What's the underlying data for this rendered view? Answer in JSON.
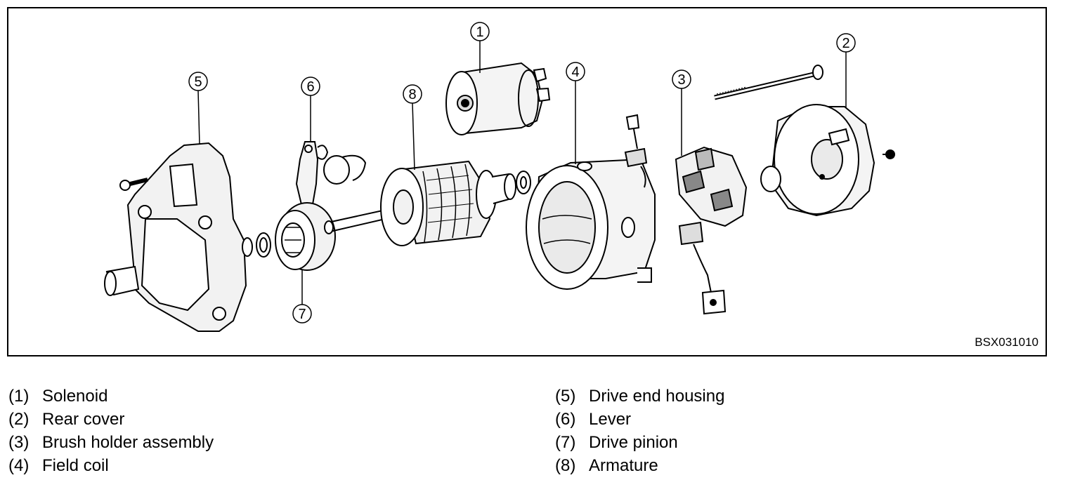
{
  "figure": {
    "code": "BSX031010",
    "callouts": [
      "1",
      "2",
      "3",
      "4",
      "5",
      "6",
      "7",
      "8"
    ]
  },
  "legend": {
    "left": [
      {
        "num": "(1)",
        "label": "Solenoid"
      },
      {
        "num": "(2)",
        "label": "Rear cover"
      },
      {
        "num": "(3)",
        "label": "Brush holder assembly"
      },
      {
        "num": "(4)",
        "label": "Field coil"
      }
    ],
    "right": [
      {
        "num": "(5)",
        "label": "Drive end housing"
      },
      {
        "num": "(6)",
        "label": "Lever"
      },
      {
        "num": "(7)",
        "label": "Drive pinion"
      },
      {
        "num": "(8)",
        "label": "Armature"
      }
    ]
  }
}
